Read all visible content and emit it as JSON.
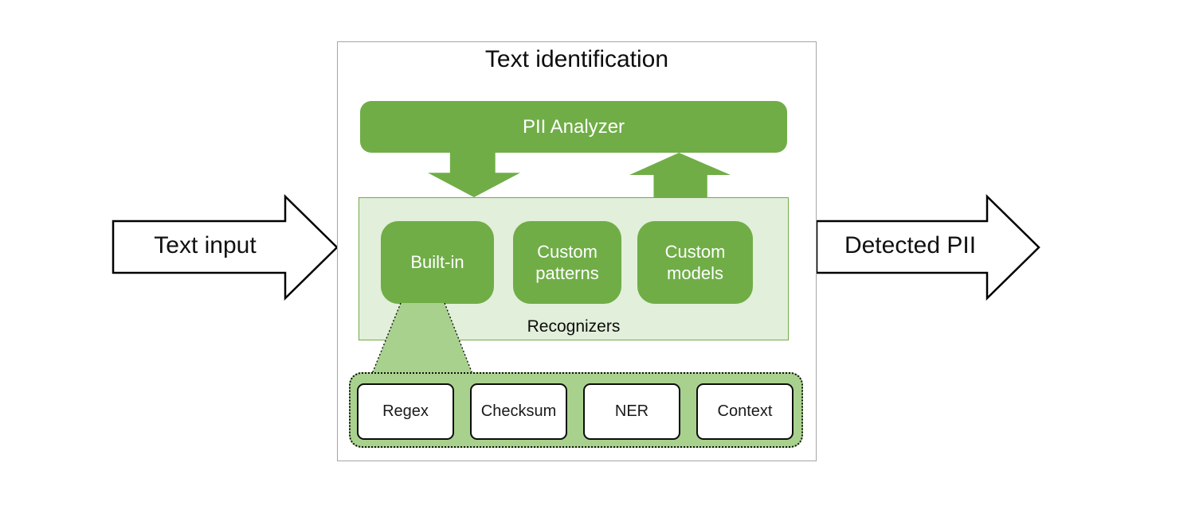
{
  "diagram": {
    "title": "Text identification",
    "input_arrow": {
      "label": "Text input"
    },
    "output_arrow": {
      "label": "Detected PII"
    },
    "analyzer": {
      "label": "PII Analyzer"
    },
    "recognizers": {
      "label": "Recognizers",
      "boxes": [
        {
          "label": "Built-in"
        },
        {
          "label": "Custom patterns"
        },
        {
          "label": "Custom models"
        }
      ]
    },
    "builtin_detail": {
      "items": [
        {
          "label": "Regex"
        },
        {
          "label": "Checksum"
        },
        {
          "label": "NER"
        },
        {
          "label": "Context"
        }
      ]
    },
    "colors": {
      "accent_green": "#70AD47",
      "light_green_panel": "#E2EFDA",
      "mid_green_group": "#A9D18E",
      "outer_border_gray": "#A6A6A6",
      "text_black": "#0D0D0D",
      "white": "#FFFFFF"
    }
  }
}
